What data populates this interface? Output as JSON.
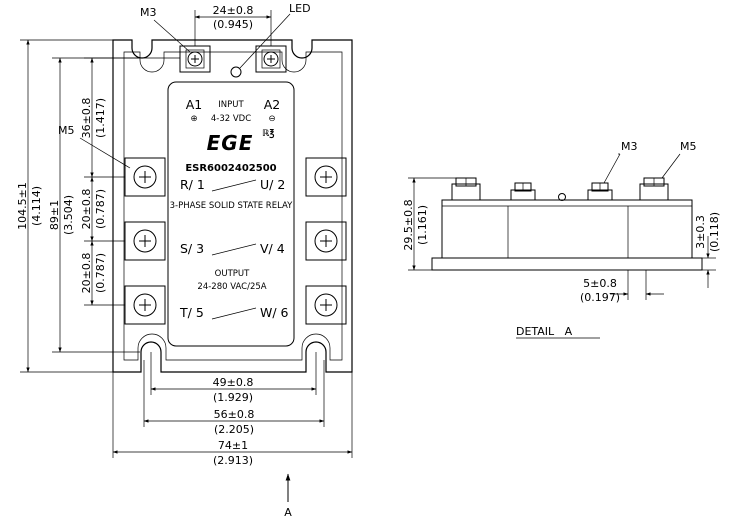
{
  "callouts": {
    "m3_top": "M3",
    "led": "LED",
    "m5_left": "M5",
    "m3_side": "M3",
    "m5_side": "M5"
  },
  "label_panel": {
    "a1": "A1",
    "a1_symbol": "⊕",
    "a2": "A2",
    "a2_symbol": "⊖",
    "input_title": "INPUT",
    "input_range": "4-32 VDC",
    "logo": "EGE",
    "cert_mark": "ℝ℥",
    "part_number": "ESR6002402500",
    "r1": "R/ 1",
    "u2": "U/ 2",
    "description": "3-PHASE SOLID STATE RELAY",
    "s3": "S/ 3",
    "v4": "V/ 4",
    "output_title": "OUTPUT",
    "output_range": "24-280 VAC/25A",
    "t5": "T/ 5",
    "w6": "W/ 6"
  },
  "dimensions": {
    "top_width_mm": "24±0.8",
    "top_width_in": "(0.945)",
    "total_height_mm": "104.5±1",
    "total_height_in": "(4.114)",
    "hole_pitch_v_mm": "89±1",
    "hole_pitch_v_in": "(3.504)",
    "top_offset_mm": "36±0.8",
    "top_offset_in": "(1.417)",
    "term_pitch1_mm": "20±0.8",
    "term_pitch1_in": "(0.787)",
    "term_pitch2_mm": "20±0.8",
    "term_pitch2_in": "(0.787)",
    "w49_mm": "49±0.8",
    "w49_in": "(1.929)",
    "w56_mm": "56±0.8",
    "w56_in": "(2.205)",
    "w74_mm": "74±1",
    "w74_in": "(2.913)",
    "side_height_mm": "29.5±0.8",
    "side_height_in": "(1.161)",
    "side_base_mm": "3±0.3",
    "side_base_in": "(0.118)",
    "side_foot_mm": "5±0.8",
    "side_foot_in": "(0.197)"
  },
  "view": {
    "arrow_label": "A",
    "detail_title": "DETAIL   A"
  }
}
